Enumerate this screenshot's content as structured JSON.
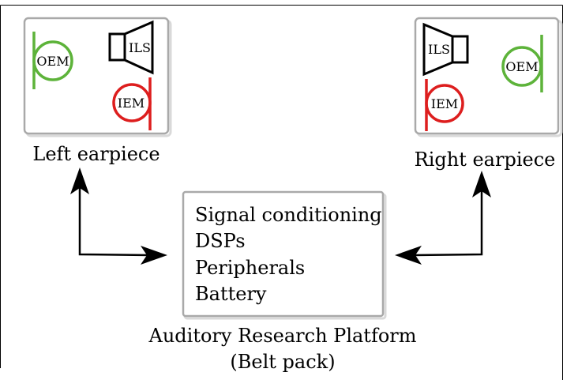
{
  "colors": {
    "oem": "#5db33a",
    "iem": "#dd1e1e",
    "box_border": "#a9a9a9"
  },
  "left_earpiece": {
    "label": "Left earpiece",
    "oem_label": "OEM",
    "ils_label": "ILS",
    "iem_label": "IEM"
  },
  "right_earpiece": {
    "label": "Right earpiece",
    "oem_label": "OEM",
    "ils_label": "ILS",
    "iem_label": "IEM"
  },
  "platform": {
    "items": [
      "Signal conditioning",
      "DSPs",
      "Peripherals",
      "Battery"
    ],
    "caption_line1": "Auditory Research Platform",
    "caption_line2": "(Belt pack)"
  }
}
